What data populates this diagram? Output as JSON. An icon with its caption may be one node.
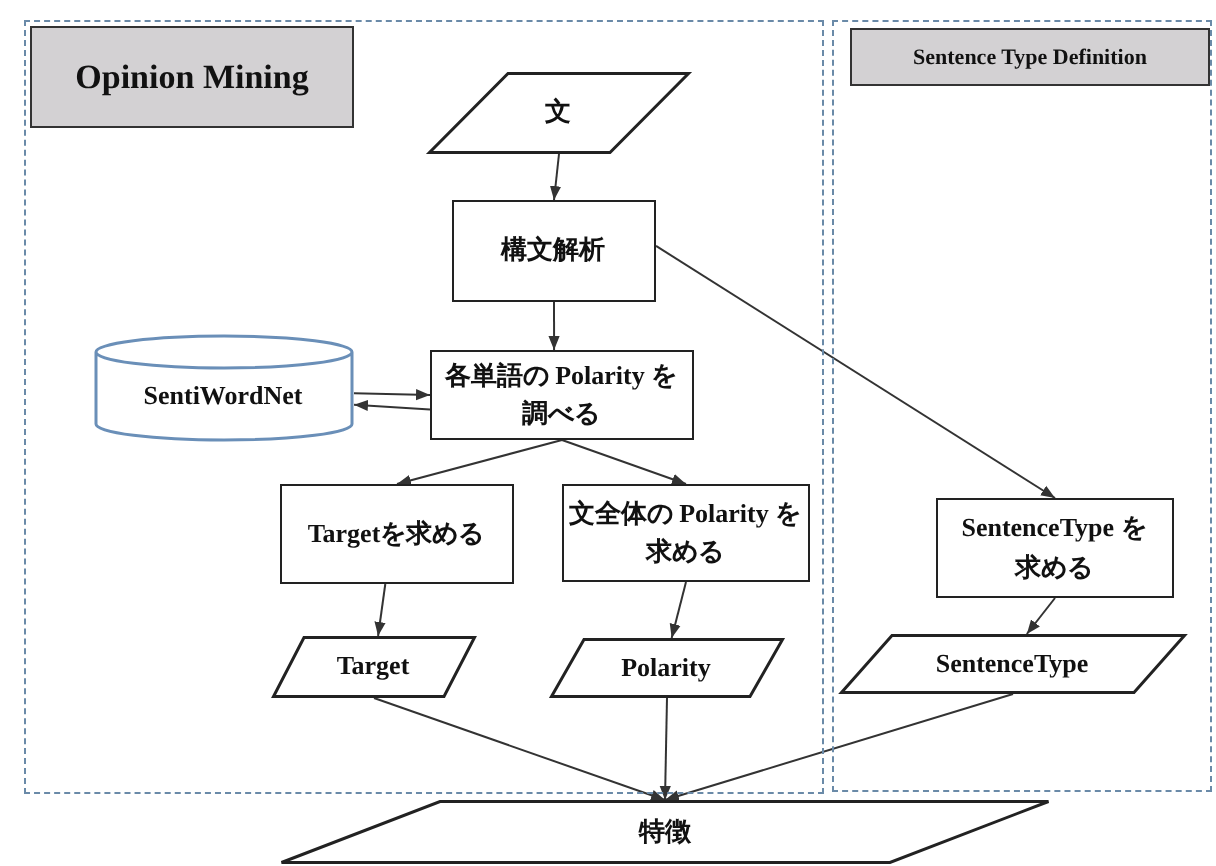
{
  "diagram": {
    "nodes": [
      {
        "text": [
          "Opinion Mining"
        ]
      },
      {
        "text": [
          "Sentence Type Definition"
        ]
      },
      {
        "text": [
          "文"
        ],
        "in": 0
      },
      {
        "text": [
          "構文解析"
        ],
        "in": 0
      },
      {
        "text": [
          "SentiWordNet"
        ],
        "in": 0
      },
      {
        "text": [
          "各単語の Polarity を調べる"
        ],
        "in": 0
      },
      {
        "text": [
          "Targetを求める"
        ],
        "in": 0
      },
      {
        "text": [
          "文全体の Polarity を求める"
        ],
        "in": 0
      },
      {
        "text": [
          "SentenceType を求める"
        ],
        "in": 1
      },
      {
        "text": [
          "Target"
        ],
        "in": 0
      },
      {
        "text": [
          "Polarity"
        ],
        "in": 0
      },
      {
        "text": [
          "SentenceType"
        ],
        "in": 1
      },
      {
        "text": [
          "特徴"
        ]
      }
    ],
    "edges": [
      {
        "from": 2,
        "to": 3,
        "arrow": "to"
      },
      {
        "from": 3,
        "to": 5,
        "arrow": "to"
      },
      {
        "from": 3,
        "to": 8,
        "arrow": "to"
      },
      {
        "from": 4,
        "to": 5,
        "arrow": "to"
      },
      {
        "from": 5,
        "to": 4,
        "arrow": "to"
      },
      {
        "from": 5,
        "to": 6,
        "arrow": "to"
      },
      {
        "from": 5,
        "to": 7,
        "arrow": "to"
      },
      {
        "from": 6,
        "to": 9,
        "arrow": "to"
      },
      {
        "from": 7,
        "to": 10,
        "arrow": "to"
      },
      {
        "from": 8,
        "to": 11,
        "arrow": "to"
      },
      {
        "from": 9,
        "to": 12,
        "arrow": "to"
      },
      {
        "from": 10,
        "to": 12,
        "arrow": "to"
      },
      {
        "from": 11,
        "to": 12,
        "arrow": "to"
      }
    ]
  }
}
